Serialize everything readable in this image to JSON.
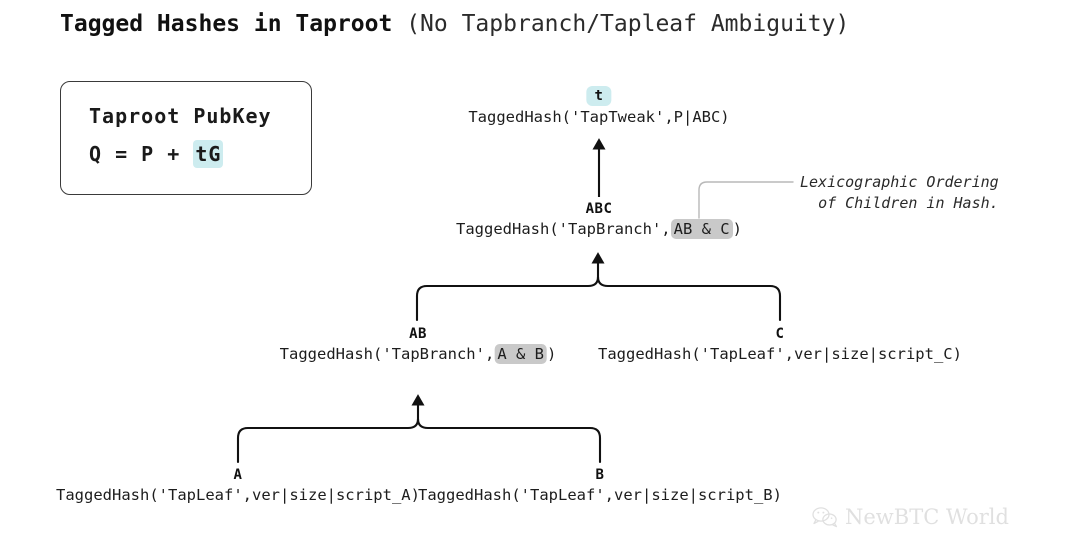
{
  "title": {
    "bold_part": "Tagged Hashes in Taproot",
    "light_part": " (No Tapbranch/Tapleaf Ambiguity)"
  },
  "pubkey_box": {
    "heading": "Taproot PubKey",
    "formula_prefix": "Q = P + ",
    "formula_highlight": "tG"
  },
  "tree": {
    "root": {
      "badge": "t",
      "expr_prefix": "TaggedHash('TapTweak',P|ABC)"
    },
    "abc": {
      "key": "ABC",
      "expr_prefix": "TaggedHash('TapBranch',",
      "expr_highlight": "AB & C",
      "expr_suffix": ")"
    },
    "ab": {
      "key": "AB",
      "expr_prefix": "TaggedHash('TapBranch',",
      "expr_highlight": "A & B",
      "expr_suffix": ")"
    },
    "c": {
      "key": "C",
      "expr": "TaggedHash('TapLeaf',ver|size|script_C)"
    },
    "a": {
      "key": "A",
      "expr": "TaggedHash('TapLeaf',ver|size|script_A)"
    },
    "b": {
      "key": "B",
      "expr": "TaggedHash('TapLeaf',ver|size|script_B)"
    }
  },
  "annotation": {
    "line1": "Lexicographic Ordering",
    "line2": "of Children in Hash."
  },
  "watermark": {
    "text": "NewBTC World"
  },
  "colors": {
    "background": "#ffffff",
    "ink": "#1a1a1a",
    "highlight_cyan": "#cdecef",
    "highlight_gray": "#c9c9c9",
    "leader_line": "#b8b8b8",
    "watermark": "#9a9a9a"
  }
}
